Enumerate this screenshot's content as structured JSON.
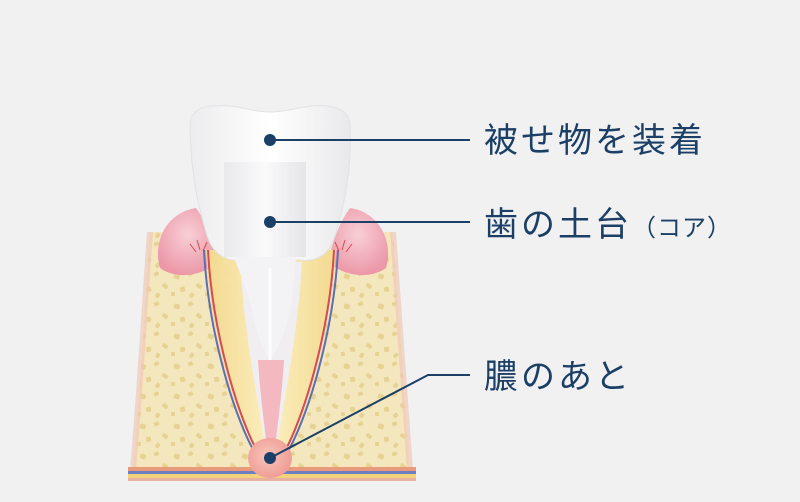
{
  "labels": {
    "crown": "被せ物を装着",
    "core_main": "歯の土台",
    "core_note": "（コア）",
    "pus": "膿のあと"
  },
  "colors": {
    "background": "#f1f1f2",
    "label_text": "#1b3f66",
    "leader_line": "#1b3f66",
    "bone": "#f4e7bd",
    "bone_spots": "#e6d394",
    "gum": "#f3b1bd",
    "crown": "#ffffff",
    "core": "#f7f7f8",
    "nerve_red": "#d54a55",
    "nerve_blue": "#5a6fb4",
    "pus_lesion": "#f2a7a2"
  }
}
